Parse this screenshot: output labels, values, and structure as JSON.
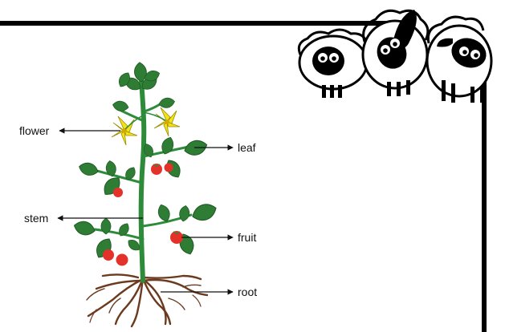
{
  "diagram": {
    "labels": {
      "flower": "flower",
      "leaf": "leaf",
      "stem": "stem",
      "fruit": "fruit",
      "root": "root"
    }
  },
  "colors": {
    "leaf": "#2f7d34",
    "stem": "#2e8b3a",
    "flower": "#f2e21b",
    "fruit": "#e4322b",
    "root": "#6b3a1f",
    "frame": "#000000"
  },
  "decor": {
    "sheep_count": 3
  }
}
